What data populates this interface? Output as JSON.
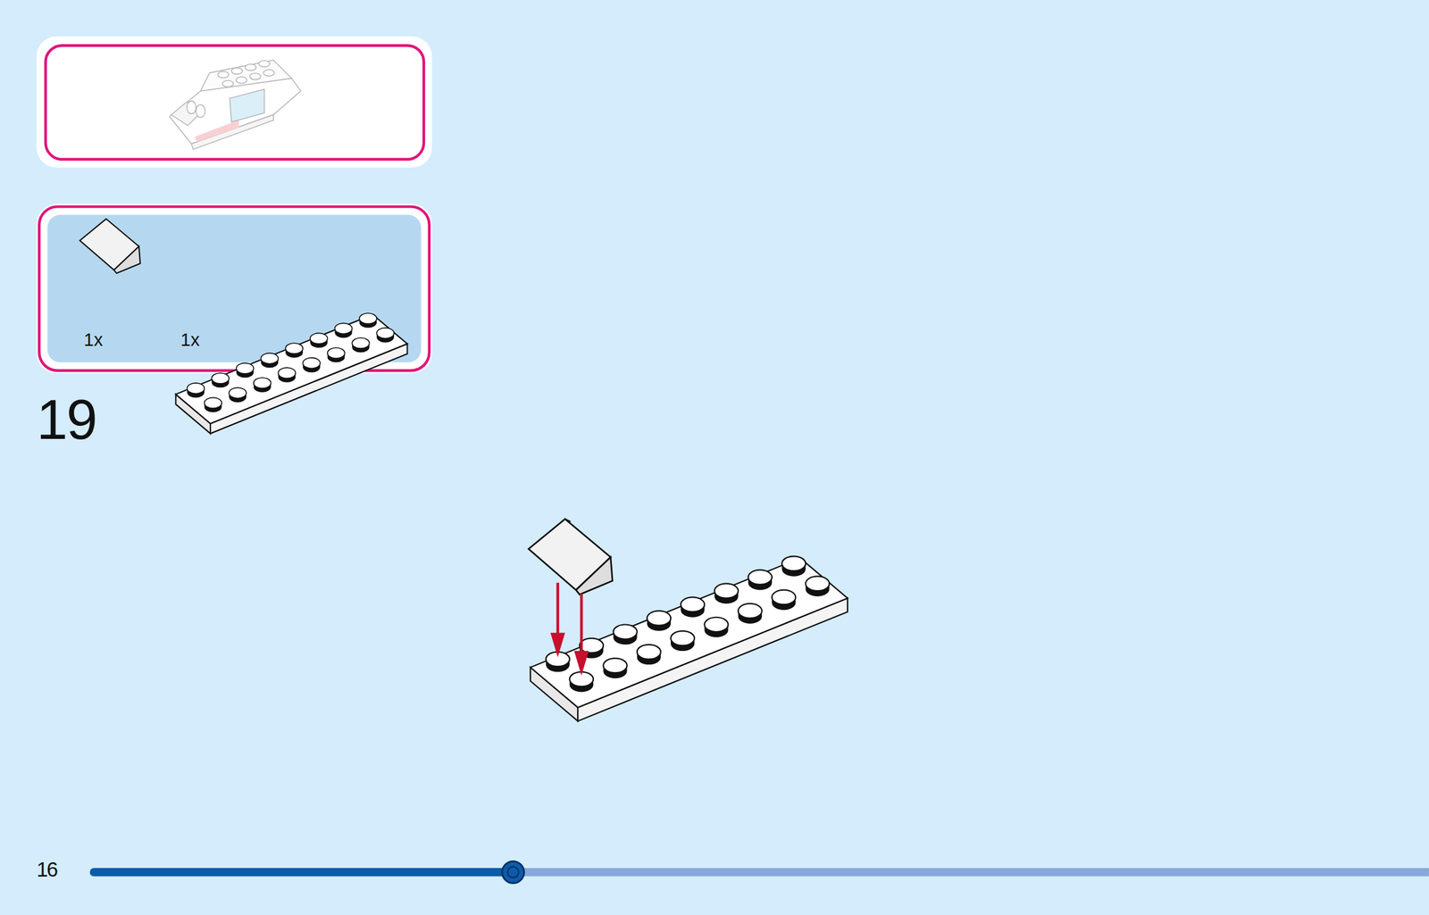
{
  "diagram": {
    "nodes": [
      {
        "text": [
          "1x",
          "1x"
        ]
      }
    ],
    "labels": [
      "19",
      "16"
    ]
  }
}
